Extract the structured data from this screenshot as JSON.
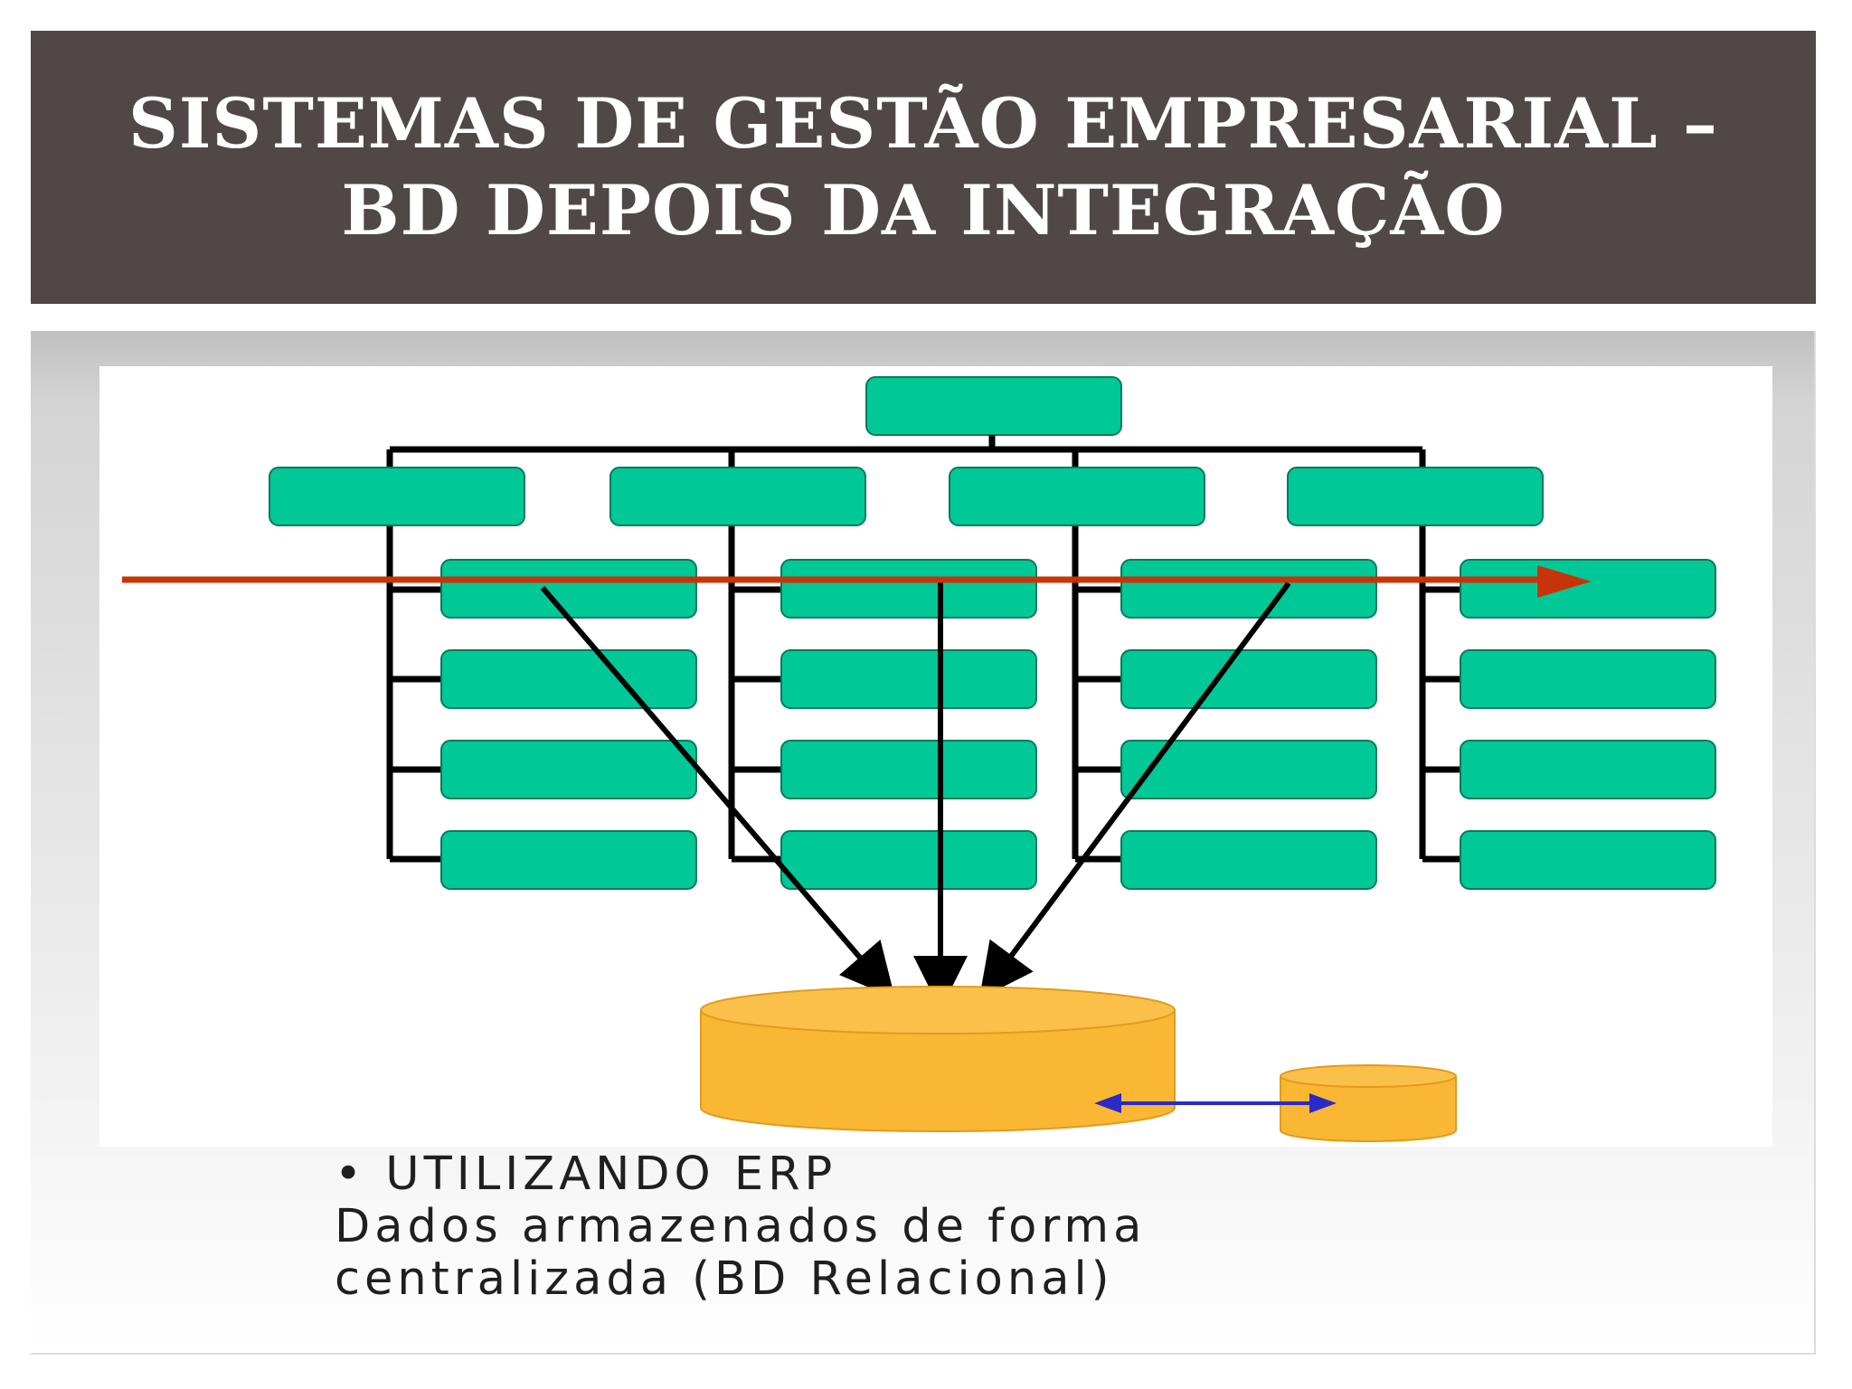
{
  "slide": {
    "title_line1": "SISTEMAS DE GESTÃO EMPRESARIAL –",
    "title_line2": "BD DEPOIS DA INTEGRAÇÃO"
  },
  "caption": {
    "bullet_line": "• UTILIZANDO ERP",
    "line2": "Dados armazenados de forma",
    "line3": "centralizada (BD Relacional)"
  },
  "colors": {
    "title_bar": "#504747",
    "box_fill": "#00c896",
    "database_fill": "#f9b733",
    "flow_arrow": "#c8340a",
    "sync_arrow": "#2a2ac8",
    "connector": "#000000"
  },
  "icons": [
    "database-cylinder-icon",
    "small-database-cylinder-icon"
  ]
}
